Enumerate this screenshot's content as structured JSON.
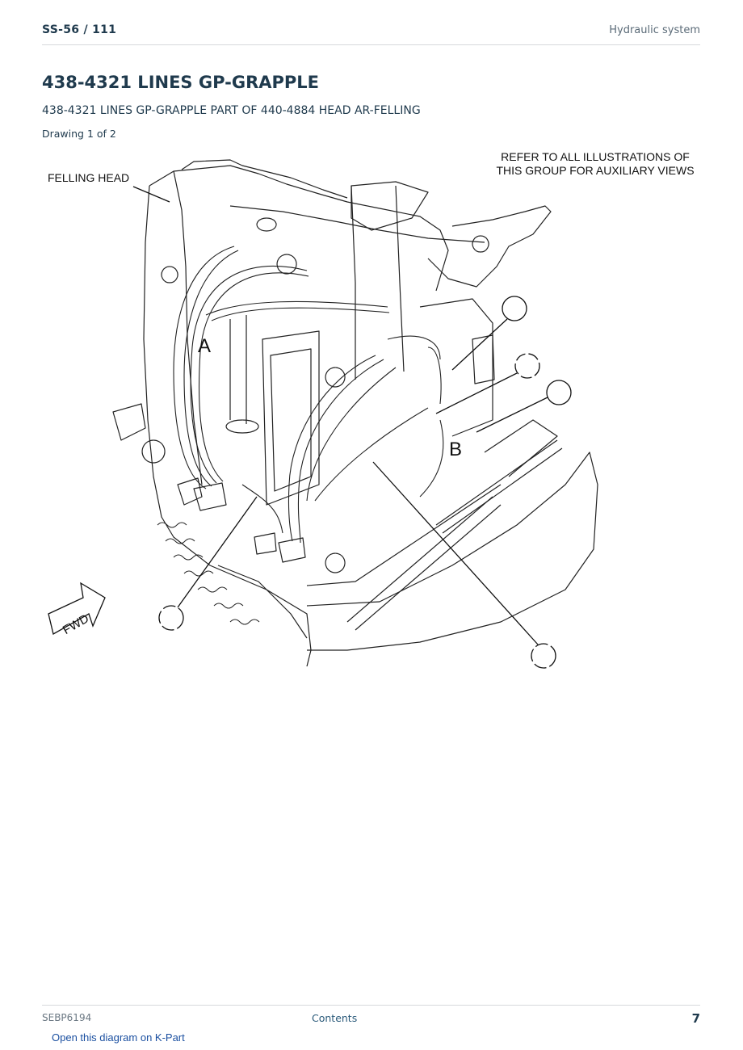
{
  "header": {
    "page_ref": "SS-56  /  111",
    "section": "Hydraulic system"
  },
  "title": "438-4321 LINES GP-GRAPPLE",
  "subtitle": "438-4321 LINES GP-GRAPPLE PART OF 440-4884 HEAD AR-FELLING",
  "drawing_label": "Drawing 1 of 2",
  "illustration": {
    "label_felling_head": "FELLING HEAD",
    "note_line1": "REFER TO ALL ILLUSTRATIONS OF",
    "note_line2": "THIS GROUP FOR AUXILIARY VIEWS",
    "label_a": "A",
    "label_b": "B",
    "fwd": "FWD"
  },
  "footer": {
    "doc_id": "SEBP6194",
    "contents_link": "Contents",
    "page_number": "7",
    "kpart_link": "Open this diagram on K-Part"
  }
}
